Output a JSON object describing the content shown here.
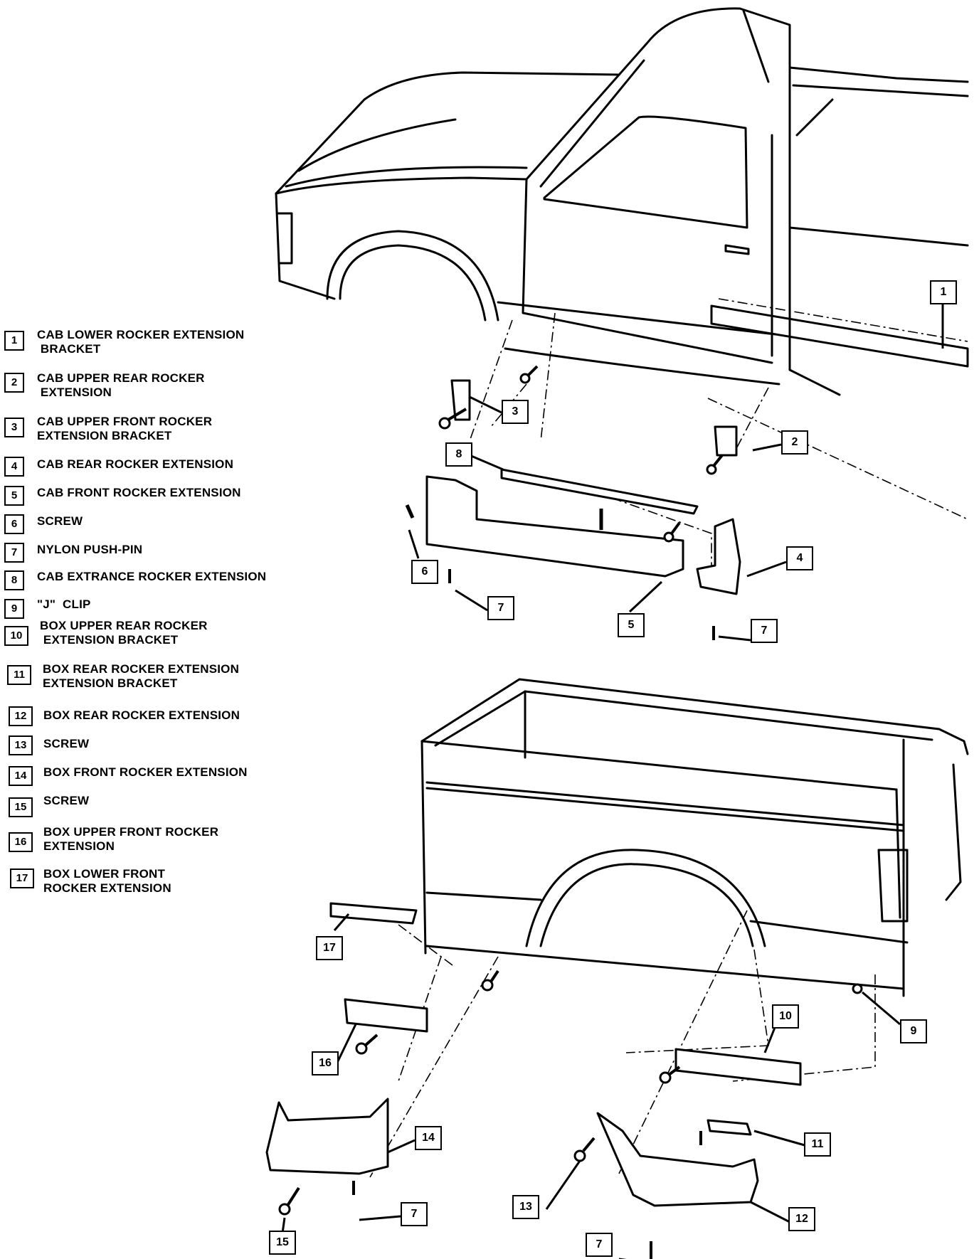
{
  "legend": [
    {
      "num": "1",
      "text": "CAB LOWER ROCKER EXTENSION\n BRACKET"
    },
    {
      "num": "2",
      "text": "CAB UPPER REAR ROCKER\n EXTENSION"
    },
    {
      "num": "3",
      "text": "CAB UPPER FRONT ROCKER\nEXTENSION BRACKET"
    },
    {
      "num": "4",
      "text": "CAB REAR ROCKER EXTENSION"
    },
    {
      "num": "5",
      "text": "CAB FRONT ROCKER EXTENSION"
    },
    {
      "num": "6",
      "text": "SCREW"
    },
    {
      "num": "7",
      "text": "NYLON PUSH-PIN"
    },
    {
      "num": "8",
      "text": "CAB EXTRANCE ROCKER EXTENSION"
    },
    {
      "num": "9",
      "text": "\"J\"  CLIP"
    },
    {
      "num": "10",
      "text": "BOX UPPER REAR ROCKER\n EXTENSION BRACKET"
    },
    {
      "num": "11",
      "text": "BOX REAR ROCKER EXTENSION\nEXTENSION BRACKET"
    },
    {
      "num": "12",
      "text": "BOX REAR ROCKER EXTENSION"
    },
    {
      "num": "13",
      "text": "SCREW"
    },
    {
      "num": "14",
      "text": "BOX FRONT ROCKER EXTENSION"
    },
    {
      "num": "15",
      "text": "SCREW"
    },
    {
      "num": "16",
      "text": "BOX UPPER FRONT ROCKER\nEXTENSION"
    },
    {
      "num": "17",
      "text": "BOX LOWER FRONT\nROCKER EXTENSION"
    }
  ],
  "callouts": [
    "1",
    "2",
    "3",
    "4",
    "5",
    "6",
    "7",
    "7",
    "8",
    "9",
    "10",
    "11",
    "12",
    "13",
    "14",
    "15",
    "16",
    "17",
    "7",
    "7"
  ]
}
